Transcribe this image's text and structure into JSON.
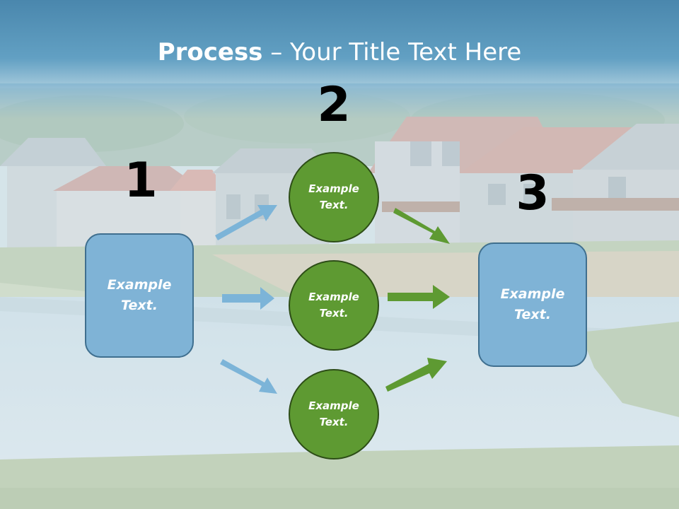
{
  "title": {
    "bold": "Process",
    "rest": " – Your Title Text Here"
  },
  "steps": {
    "one": {
      "number": "1",
      "line1": "Example",
      "line2": "Text."
    },
    "two": {
      "number": "2",
      "items": [
        {
          "line1": "Example",
          "line2": "Text."
        },
        {
          "line1": "Example",
          "line2": "Text."
        },
        {
          "line1": "Example",
          "line2": "Text."
        }
      ]
    },
    "three": {
      "number": "3",
      "line1": "Example",
      "line2": "Text."
    }
  },
  "colors": {
    "box_fill": "#7fb3d6",
    "circle_fill": "#5e9a32",
    "blue_arrow": "#7cb4d8",
    "green_arrow": "#5e9a32"
  }
}
